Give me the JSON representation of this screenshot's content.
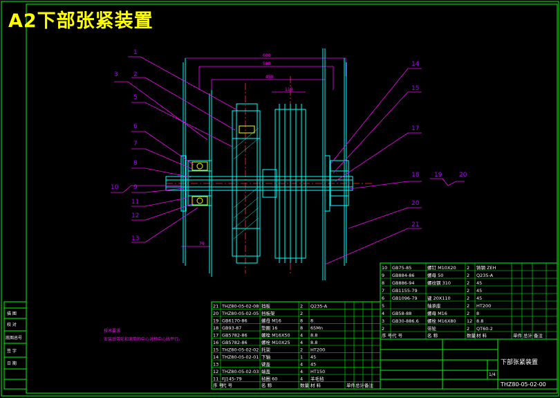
{
  "title": "A2下部张紧装置",
  "colors": {
    "background": "#000000",
    "frame": "#00ff00",
    "part": "#00ffff",
    "leader": "#ff00ff",
    "dim": "#ff00ff",
    "label": "#b000ff",
    "note": "#ff00ff",
    "text": "#ffffff",
    "centerline": "#ff3333",
    "titleText": "#ffff00"
  },
  "leaders": [
    {
      "num": "1"
    },
    {
      "num": "3"
    },
    {
      "num": "2"
    },
    {
      "num": "5"
    },
    {
      "num": "6"
    },
    {
      "num": "7"
    },
    {
      "num": "8"
    },
    {
      "num": "10"
    },
    {
      "num": "9"
    },
    {
      "num": "11"
    },
    {
      "num": "12"
    },
    {
      "num": "13"
    },
    {
      "num": "14"
    },
    {
      "num": "15"
    },
    {
      "num": "17"
    },
    {
      "num": "18"
    },
    {
      "num": "19"
    },
    {
      "num": "20"
    },
    {
      "num": "20"
    },
    {
      "num": "21"
    }
  ],
  "dimensions": {
    "d1": "600",
    "d2": "580",
    "d3": "450",
    "d4": "110",
    "d5": "79"
  },
  "notes": {
    "line1": "技术要求",
    "line2": "安装后带轮和滚筒的中心对称中心线平行。"
  },
  "left_block": {
    "labels": [
      "描 图",
      "校 对",
      "底图总号",
      "签 字",
      "日 期"
    ]
  },
  "bom_left": {
    "rows": [
      {
        "no": "21",
        "code": "THZ80-05-02-08",
        "name": "挡板",
        "qty": "2",
        "material": "Q235-A"
      },
      {
        "no": "20",
        "code": "THZ80-05-02-05",
        "name": "挡板架",
        "qty": "2",
        "material": ""
      },
      {
        "no": "19",
        "code": "GB6170-86",
        "name": "螺母 M16",
        "qty": "8",
        "material": "8"
      },
      {
        "no": "18",
        "code": "GB93-87",
        "name": "垫圈 16",
        "qty": "8",
        "material": "65Mn"
      },
      {
        "no": "17",
        "code": "GB5782-86",
        "name": "螺栓 M16X50",
        "qty": "4",
        "material": "8.8"
      },
      {
        "no": "16",
        "code": "GB5782-86",
        "name": "螺栓 M10X25",
        "qty": "4",
        "material": "8.8"
      },
      {
        "no": "15",
        "code": "THZ80-05-02-02",
        "name": "托架",
        "qty": "2",
        "material": "HT200"
      },
      {
        "no": "14",
        "code": "THZ80-05-02-01",
        "name": "下轴",
        "qty": "1",
        "material": "45"
      },
      {
        "no": "13",
        "code": "",
        "name": "键盖",
        "qty": "4",
        "material": "45"
      },
      {
        "no": "12",
        "code": "THZ80-05-02-03",
        "name": "端盖",
        "qty": "4",
        "material": "HT150"
      },
      {
        "no": "11",
        "code": "FJ145-79",
        "name": "毡圈 60",
        "qty": "4",
        "material": "羊毛毡"
      }
    ],
    "header": [
      "序 号",
      "代 号",
      "名 称",
      "数量",
      "材 料",
      "单件",
      "总计",
      "备注"
    ]
  },
  "bom_right": {
    "rows": [
      {
        "no": "10",
        "code": "GB75-85",
        "name": "螺钉 M10X20",
        "qty": "2",
        "material": "铸钢 ZEH"
      },
      {
        "no": "9",
        "code": "GB884-86",
        "name": "螺母 50",
        "qty": "2",
        "material": "Q235-A"
      },
      {
        "no": "8",
        "code": "GB886-94",
        "name": "螺纹钢 310",
        "qty": "2",
        "material": "45"
      },
      {
        "no": "7",
        "code": "GB1155-79",
        "name": "",
        "qty": "2",
        "material": "45"
      },
      {
        "no": "6",
        "code": "GB1096-79",
        "name": "键 20X110",
        "qty": "2",
        "material": "45"
      },
      {
        "no": "5",
        "code": "",
        "name": "轴承座",
        "qty": "2",
        "material": "HT200"
      },
      {
        "no": "4",
        "code": "GB58-88",
        "name": "螺母 M16",
        "qty": "2",
        "material": "8"
      },
      {
        "no": "3",
        "code": "GB30-886.6",
        "name": "螺栓 M16X80",
        "qty": "12",
        "material": "8.8"
      },
      {
        "no": "2",
        "code": "",
        "name": "带轮",
        "qty": "2",
        "material": "QT60-2"
      }
    ],
    "header": [
      "序 号",
      "代 号",
      "名 称",
      "数量",
      "材 料",
      "单件",
      "总计",
      "备注"
    ]
  },
  "title_block": {
    "name": "下部张紧装置",
    "code": "THZ80-05-02-00",
    "scale": "1/4"
  }
}
